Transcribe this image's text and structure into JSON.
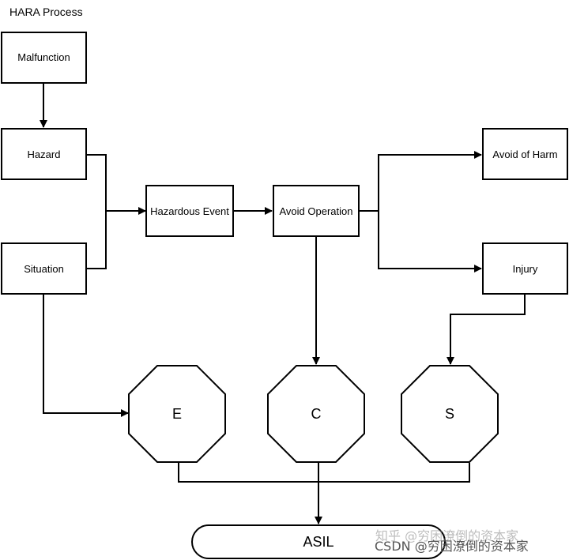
{
  "title": "HARA Process",
  "nodes": {
    "malfunction": "Malfunction",
    "hazard": "Hazard",
    "situation": "Situation",
    "hazardous_event": "Hazardous Event",
    "avoid_operation": "Avoid Operation",
    "avoid_of_harm": "Avoid of Harm",
    "injury": "Injury",
    "e": "E",
    "c": "C",
    "s": "S",
    "asil": "ASIL"
  },
  "watermarks": {
    "zhihu": "知乎 @穷困潦倒的资本家",
    "csdn": "CSDN @穷困潦倒的资本家"
  }
}
